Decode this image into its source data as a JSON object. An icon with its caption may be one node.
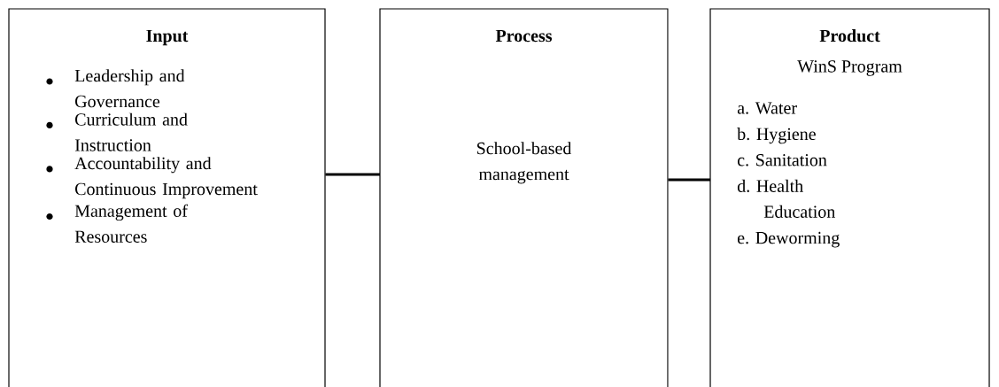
{
  "diagram": {
    "nodes": [
      {
        "text": [
          "Input",
          "Leadership and Governance",
          "Curriculum and Instruction",
          "Accountability and Continuous Improvement",
          "Management of Resources"
        ]
      },
      {
        "text": [
          "Process",
          "School-based management"
        ]
      },
      {
        "text": [
          "Product",
          "WinS Program",
          "a. Water",
          "b. Hygiene",
          "c. Sanitation",
          "d. Health Education",
          "e. Deworming"
        ]
      }
    ],
    "edges": [
      {
        "from": 0,
        "to": 1,
        "arrow": "none"
      },
      {
        "from": 1,
        "to": 2,
        "arrow": "none"
      }
    ]
  }
}
